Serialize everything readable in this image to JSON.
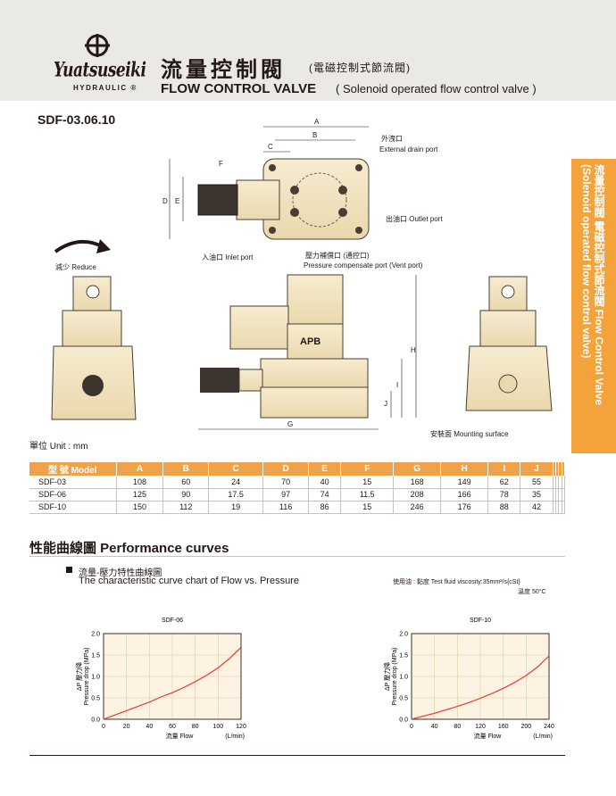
{
  "brand": {
    "name": "Yuatsuseiki",
    "sub": "HYDRAULIC ®"
  },
  "header": {
    "title_cn": "流量控制閥",
    "title_cn_sub": "(電磁控制式節流閥)",
    "title_en": "FLOW CONTROL VALVE",
    "title_en_sub": "( Solenoid operated flow control valve )"
  },
  "model_code": "SDF-03.06.10",
  "side_tab": {
    "text": "流量控制閥 電磁控制式節流閥 Flow Control Valve (Solenoid operated flow control valve)"
  },
  "drawing": {
    "dims": [
      "A",
      "B",
      "C",
      "D",
      "E",
      "F",
      "G",
      "H",
      "I",
      "J"
    ],
    "callouts": {
      "drain_cn": "外洩口",
      "drain_en": "External drain port",
      "outlet": "出油口  Outlet port",
      "inlet": "入油口  Inlet port",
      "pc_cn": "壓力補償口 (通控口)",
      "pc_en": "Pressure compensate port (Vent port)",
      "reduce": "減少  Reduce",
      "mounting": "安裝面  Mounting surface",
      "apb": "APB"
    }
  },
  "unit_label": "單位 Unit : mm",
  "table": {
    "headers": [
      "型  號 Model",
      "A",
      "B",
      "C",
      "D",
      "E",
      "F",
      "G",
      "H",
      "I",
      "J",
      "",
      "",
      "",
      ""
    ],
    "rows": [
      [
        "SDF-03",
        "108",
        "60",
        "24",
        "70",
        "40",
        "15",
        "168",
        "149",
        "62",
        "55",
        "",
        "",
        "",
        ""
      ],
      [
        "SDF-06",
        "125",
        "90",
        "17.5",
        "97",
        "74",
        "11.5",
        "208",
        "166",
        "78",
        "35",
        "",
        "",
        "",
        ""
      ],
      [
        "SDF-10",
        "150",
        "112",
        "19",
        "116",
        "86",
        "15",
        "246",
        "176",
        "88",
        "42",
        "",
        "",
        "",
        ""
      ]
    ]
  },
  "performance": {
    "title": "性能曲線圖  Performance curves",
    "subtitle_cn": "流量-壓力特性曲線圖",
    "subtitle_en": "The characteristic curve chart of Flow vs. Pressure",
    "fluid": "使用油 : 黏度 Test fluid viscosity:35mm²/s{cSt}",
    "temp": "溫度 50°C"
  },
  "chart_data": [
    {
      "type": "line",
      "title": "SDF-06",
      "xlabel": "流量  Flow",
      "xunit": "(L/min)",
      "ylabel": "ΔP 壓力降",
      "ylabel2": "Pressure drop (MPa)",
      "xlim": [
        0,
        120
      ],
      "ylim": [
        0,
        2.0
      ],
      "xticks": [
        0,
        20,
        40,
        60,
        80,
        100,
        120
      ],
      "yticks": [
        0.0,
        0.5,
        1.0,
        1.5,
        2.0
      ],
      "grid": true,
      "color": "#e8382e",
      "series": [
        {
          "x": [
            0,
            10,
            20,
            30,
            40,
            50,
            60,
            70,
            80,
            90,
            100,
            110,
            120
          ],
          "y": [
            0.0,
            0.1,
            0.2,
            0.3,
            0.4,
            0.52,
            0.62,
            0.74,
            0.88,
            1.03,
            1.2,
            1.42,
            1.68
          ]
        }
      ]
    },
    {
      "type": "line",
      "title": "SDF-10",
      "xlabel": "流量  Flow",
      "xunit": "(L/min)",
      "ylabel": "ΔP 壓力降",
      "ylabel2": "Pressure drop (MPa)",
      "xlim": [
        0,
        240
      ],
      "ylim": [
        0,
        2.0
      ],
      "xticks": [
        0,
        40,
        80,
        120,
        160,
        200,
        240
      ],
      "yticks": [
        0.0,
        0.5,
        1.0,
        1.5,
        2.0
      ],
      "grid": true,
      "color": "#e8382e",
      "series": [
        {
          "x": [
            0,
            20,
            40,
            60,
            80,
            100,
            120,
            140,
            160,
            180,
            200,
            220,
            240
          ],
          "y": [
            0.0,
            0.07,
            0.14,
            0.22,
            0.3,
            0.39,
            0.49,
            0.6,
            0.72,
            0.86,
            1.02,
            1.22,
            1.48
          ]
        }
      ]
    }
  ]
}
